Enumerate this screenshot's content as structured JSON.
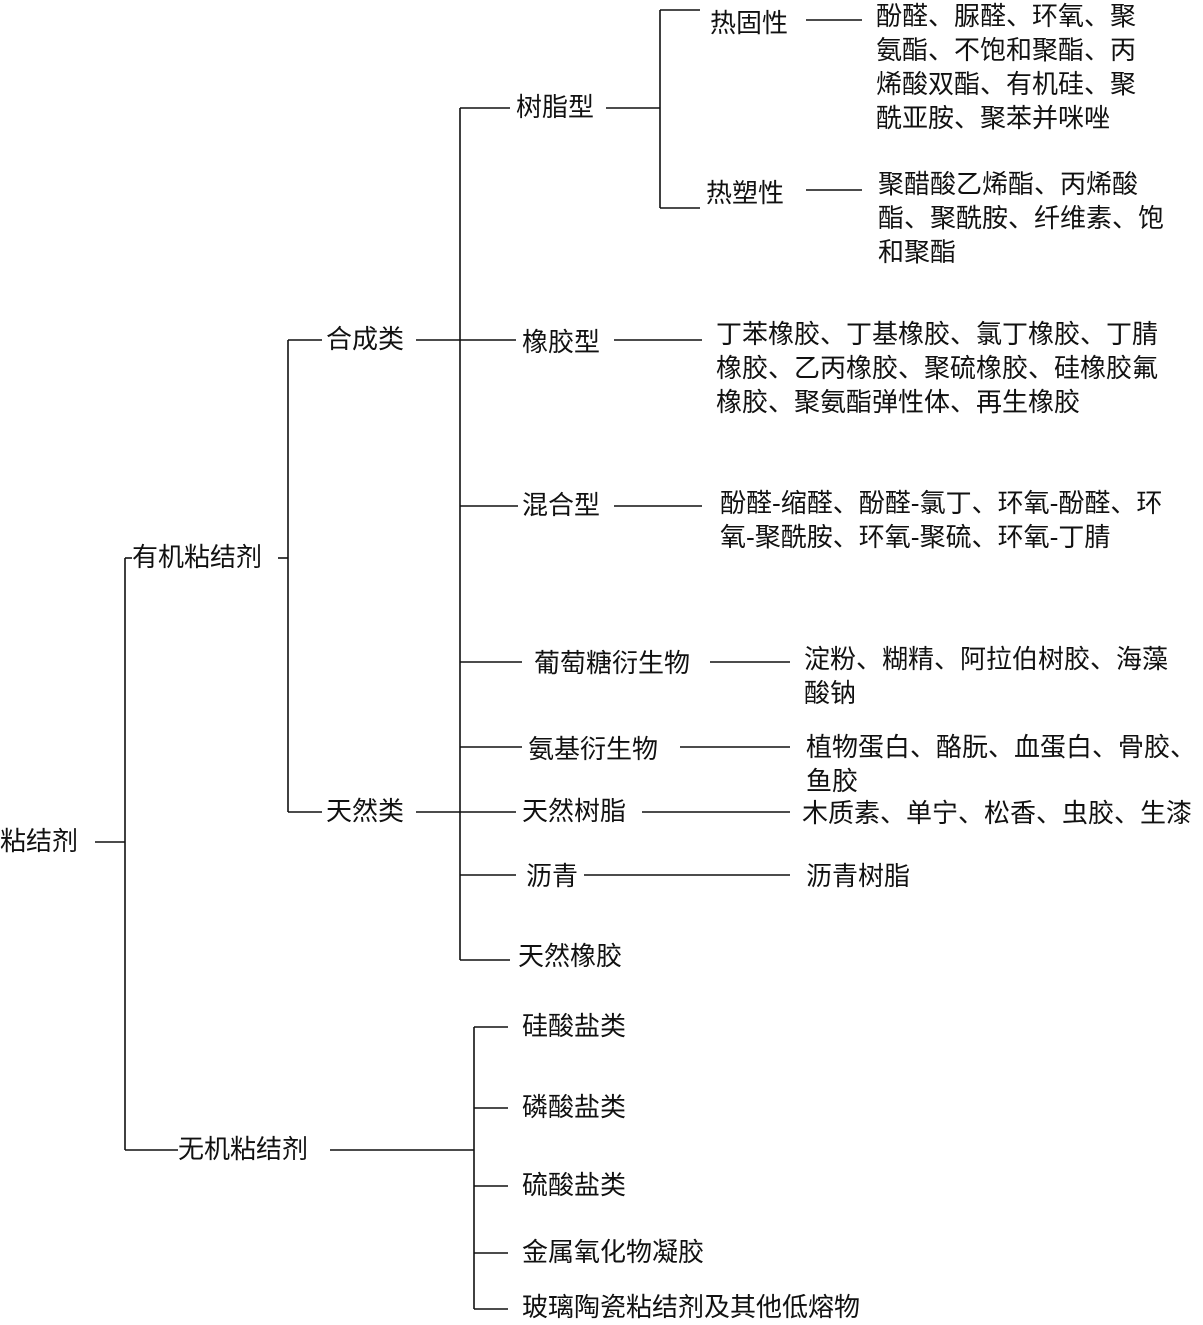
{
  "root": "粘结剂",
  "organic": {
    "label": "有机粘结剂",
    "synthetic": {
      "label": "合成类",
      "resin": {
        "label": "树脂型",
        "thermoset": {
          "label": "热固性",
          "desc": "酚醛、脲醛、环氧、聚氨酯、不饱和聚酯、丙烯酸双酯、有机硅、聚酰亚胺、聚苯并咪唑"
        },
        "thermoplastic": {
          "label": "热塑性",
          "desc": "聚醋酸乙烯酯、丙烯酸酯、聚酰胺、纤维素、饱和聚酯"
        }
      },
      "rubber": {
        "label": "橡胶型",
        "desc": "丁苯橡胶、丁基橡胶、氯丁橡胶、丁腈橡胶、乙丙橡胶、聚硫橡胶、硅橡胶氟橡胶、聚氨酯弹性体、再生橡胶"
      },
      "mixed": {
        "label": "混合型",
        "desc": "酚醛-缩醛、酚醛-氯丁、环氧-酚醛、环氧-聚酰胺、环氧-聚硫、环氧-丁腈"
      }
    },
    "natural": {
      "label": "天然类",
      "glucose": {
        "label": "葡萄糖衍生物",
        "desc": "淀粉、糊精、阿拉伯树胶、海藻酸钠"
      },
      "amino": {
        "label": "氨基衍生物",
        "desc": "植物蛋白、酪朊、血蛋白、骨胶、鱼胶"
      },
      "natural_resin": {
        "label": "天然树脂",
        "desc": "木质素、单宁、松香、虫胶、生漆"
      },
      "asphalt": {
        "label": "沥青",
        "desc": "沥青树脂"
      },
      "natural_rubber": {
        "label": "天然橡胶"
      }
    }
  },
  "inorganic": {
    "label": "无机粘结剂",
    "items": [
      "硅酸盐类",
      "磷酸盐类",
      "硫酸盐类",
      "金属氧化物凝胶",
      "玻璃陶瓷粘结剂及其他低熔物"
    ]
  }
}
